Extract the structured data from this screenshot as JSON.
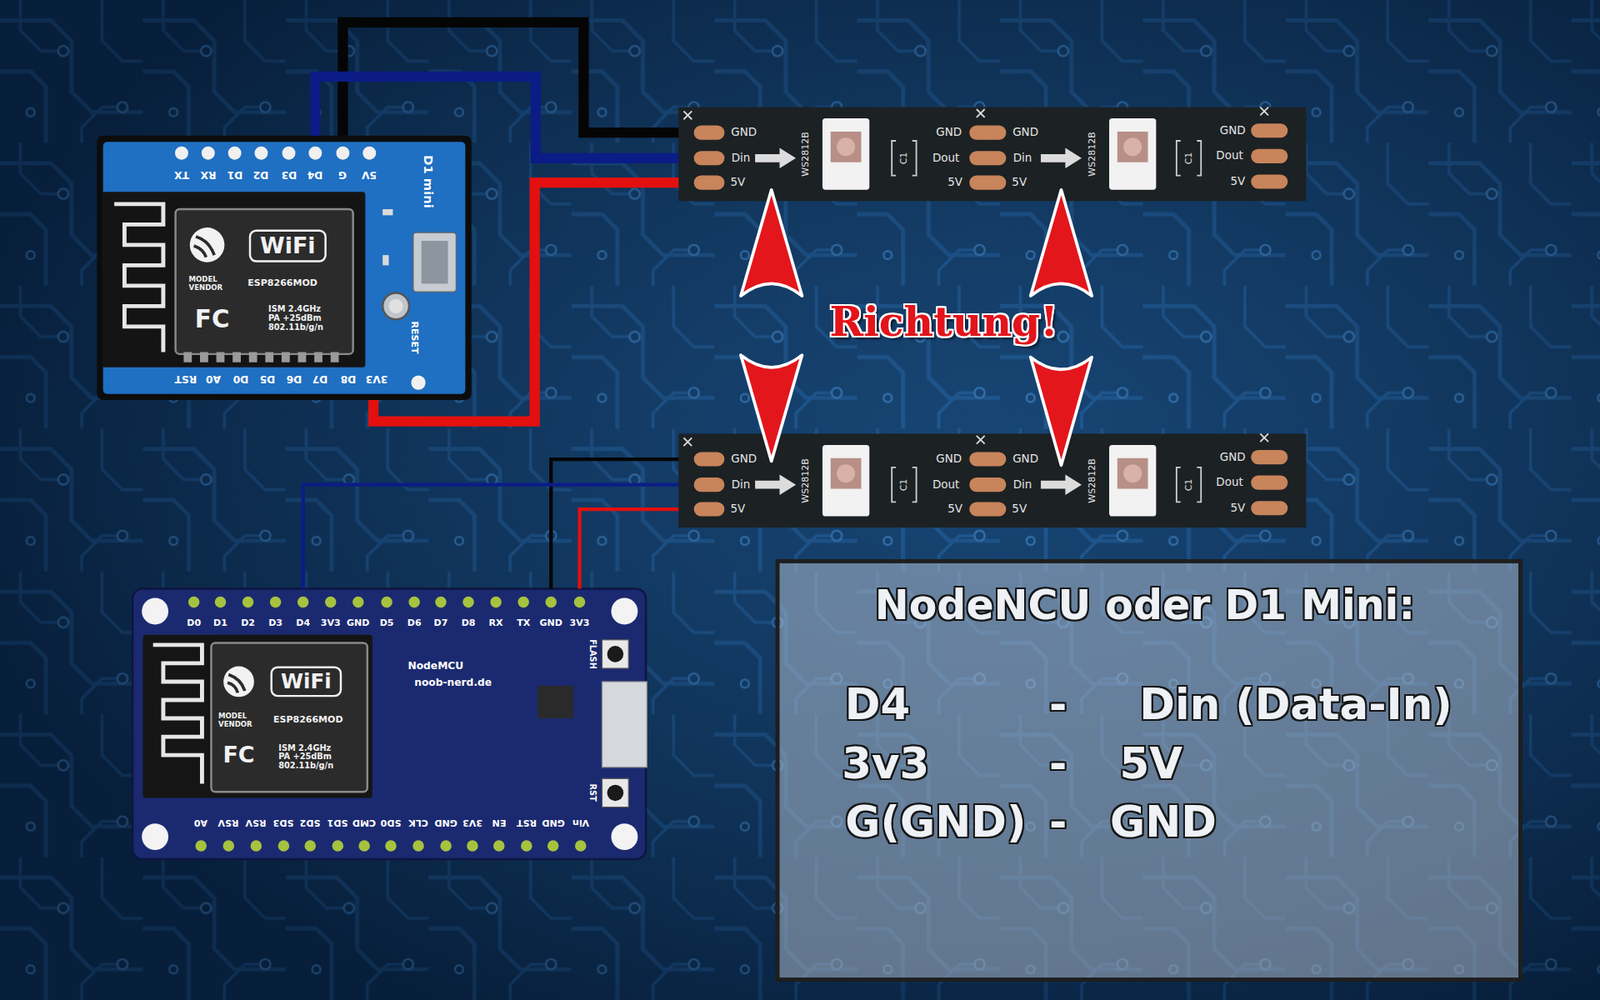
{
  "diagram": {
    "nodes": [
      {
        "text": [
          "D1 mini"
        ]
      },
      {
        "text": [
          "WiFi",
          "MODEL VENDOR",
          "ESP8266MOD",
          "FC",
          "ISM 2.4GHz PA +25dBm 802.11b/g/n"
        ],
        "in": 0
      },
      {
        "text": [
          "GND",
          "Din",
          "5V"
        ]
      },
      {
        "text": [
          "NodeMCU",
          "noob-nerd.de"
        ]
      },
      {
        "text": [
          "WiFi",
          "MODEL VENDOR",
          "ESP8266MOD",
          "FC",
          "ISM 2.4GHz PA +25dBm 802.11b/g/n"
        ],
        "in": 3
      },
      {
        "text": [
          "GND",
          "Din",
          "5V"
        ]
      },
      {
        "text": [
          "NodeNCU oder D1 Mini:"
        ]
      }
    ],
    "edges": [
      {
        "from": 0,
        "to": 2,
        "arrow": "none"
      },
      {
        "from": 0,
        "to": 2,
        "arrow": "none"
      },
      {
        "from": 0,
        "to": 2,
        "arrow": "none"
      },
      {
        "from": 3,
        "to": 5,
        "arrow": "none"
      },
      {
        "from": 3,
        "to": 5,
        "arrow": "none"
      },
      {
        "from": 3,
        "to": 5,
        "arrow": "none"
      }
    ],
    "labels": [
      "TX",
      "RX",
      "D1",
      "D2",
      "D3",
      "D4",
      "G",
      "5V",
      "RST",
      "A0",
      "D0",
      "D5",
      "D6",
      "D7",
      "D8",
      "3V3",
      "RESET",
      "D0",
      "D1",
      "D2",
      "D3",
      "D4",
      "3V3",
      "GND",
      "D5",
      "D6",
      "D7",
      "D8",
      "RX",
      "TX",
      "GND",
      "3V3",
      "A0",
      "RSV",
      "RSV",
      "SD3",
      "SD2",
      "SD1",
      "CMD",
      "SD0",
      "CLK",
      "GND",
      "3V3",
      "EN",
      "RST",
      "GND",
      "Vin",
      "FLASH",
      "RST",
      "WS2812B",
      "C1",
      "GND",
      "Dout",
      "5V",
      "GND",
      "Din",
      "5V",
      "WS2812B",
      "C1",
      "GND",
      "Dout",
      "5V",
      "WS2812B",
      "C1",
      "GND",
      "Dout",
      "5V",
      "GND",
      "Din",
      "5V",
      "WS2812B",
      "C1",
      "GND",
      "Dout",
      "5V",
      "Richtung!",
      "D4",
      "-",
      "Din (Data-In)",
      "3v3",
      "-",
      "5V",
      "G(GND)",
      "-",
      "GND"
    ]
  }
}
